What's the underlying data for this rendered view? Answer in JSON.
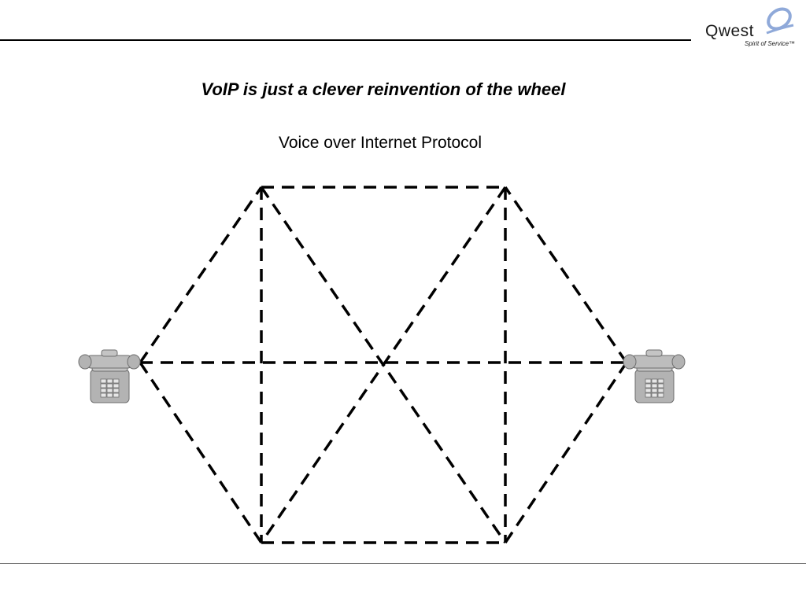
{
  "header": {
    "logo": {
      "wordmark": "Qwest",
      "tagline": "Spirit of Service™"
    }
  },
  "slide": {
    "title": "VoIP is just a clever reinvention of the wheel",
    "subtitle": "Voice over Internet Protocol"
  },
  "diagram": {
    "nodes": [
      "left-phone",
      "top-left",
      "top-right",
      "right-phone",
      "bottom-right",
      "bottom-left",
      "center"
    ],
    "icons": {
      "left_phone": "telephone-icon",
      "right_phone": "telephone-icon"
    },
    "colors": {
      "line": "#000000",
      "phone_body": "#b3b3b3",
      "phone_outline": "#6e6e6e"
    }
  }
}
